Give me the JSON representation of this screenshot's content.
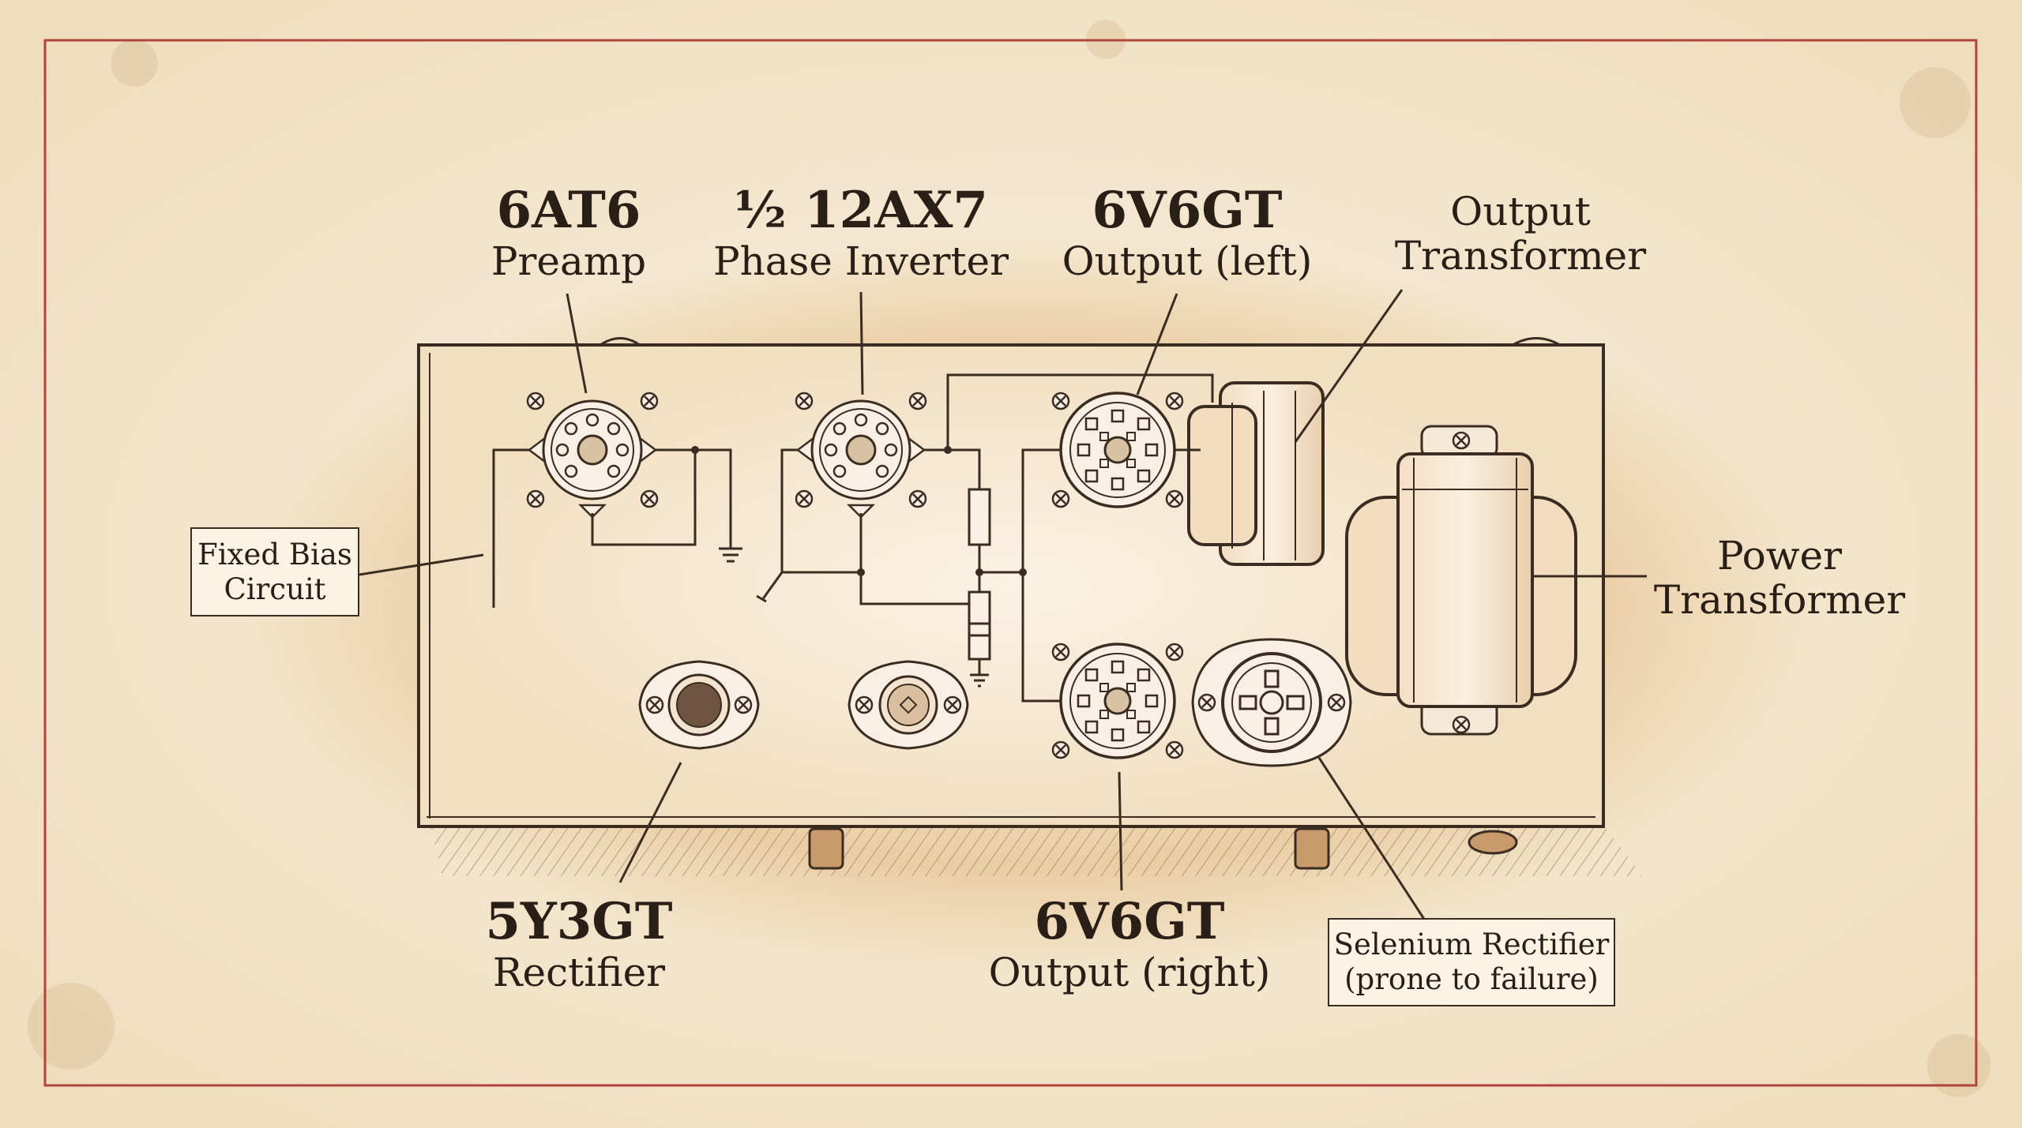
{
  "labels": {
    "preamp": {
      "tube": "6AT6",
      "role": "Preamp"
    },
    "phase_inverter": {
      "tube": "½ 12AX7",
      "role": "Phase Inverter"
    },
    "output_left": {
      "tube": "6V6GT",
      "role": "Output (left)"
    },
    "output_transformer": {
      "line1": "Output",
      "line2": "Transformer"
    },
    "power_transformer": {
      "line1": "Power",
      "line2": "Transformer"
    },
    "fixed_bias": {
      "line1": "Fixed Bias",
      "line2": "Circuit"
    },
    "rectifier": {
      "tube": "5Y3GT",
      "role": "Rectifier"
    },
    "output_right": {
      "tube": "6V6GT",
      "role": "Output (right)"
    },
    "selenium": {
      "line1": "Selenium Rectifier",
      "line2": "(prone to failure)"
    }
  },
  "colors": {
    "ink": "#3a2c20",
    "paper": "#f4e8d3",
    "frame": "#b0453a",
    "chassis": "#f6ead8",
    "stain": "#e6c79d"
  }
}
